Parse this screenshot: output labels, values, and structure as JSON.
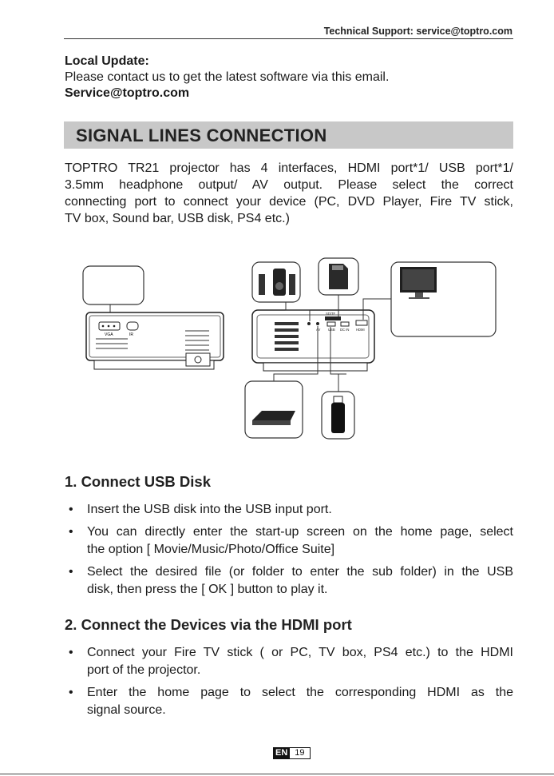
{
  "header": {
    "support": "Technical Support: service@toptro.com"
  },
  "local_update": {
    "title": "Local Update:",
    "body": "Please contact us to get the latest software via this email.",
    "email": "Service@toptro.com"
  },
  "section": {
    "title": "SIGNAL LINES CONNECTION",
    "intro_lines": [
      "TOPTRO TR21 projector has 4 interfaces, HDMI port*1/ USB port*1/",
      "3.5mm headphone output/ AV output. Please select the correct",
      "connecting port to connect your device (PC, DVD Player, Fire TV stick,",
      "TV box, Sound bar, USB disk, PS4 etc.)"
    ]
  },
  "diagram": {
    "back_labels": {
      "vga": "VGA",
      "ir": "IR"
    },
    "port_labels": {
      "av": "AV",
      "usb": "USB",
      "sdtf": "SD/TF",
      "dcin": "DC IN",
      "hdmi": "HDMI"
    }
  },
  "usb_section": {
    "heading": "1. Connect USB Disk",
    "bullets": [
      [
        "Insert the USB disk into the USB input port."
      ],
      [
        "You can directly enter the start-up screen on the home page, select",
        "the option [ Movie/Music/Photo/Office Suite]"
      ],
      [
        "Select the desired file (or folder to enter the sub folder) in the USB",
        "disk, then press the [ OK ] button to play it."
      ]
    ]
  },
  "hdmi_section": {
    "heading": "2. Connect the Devices via the HDMI port",
    "bullets": [
      [
        "Connect your Fire TV stick ( or PC, TV box, PS4 etc.) to the HDMI",
        "port of the projector."
      ],
      [
        "Enter the home page to select the corresponding HDMI as the",
        "signal source."
      ]
    ]
  },
  "footer": {
    "lang": "EN",
    "page": "19"
  },
  "bullet_char": "•"
}
